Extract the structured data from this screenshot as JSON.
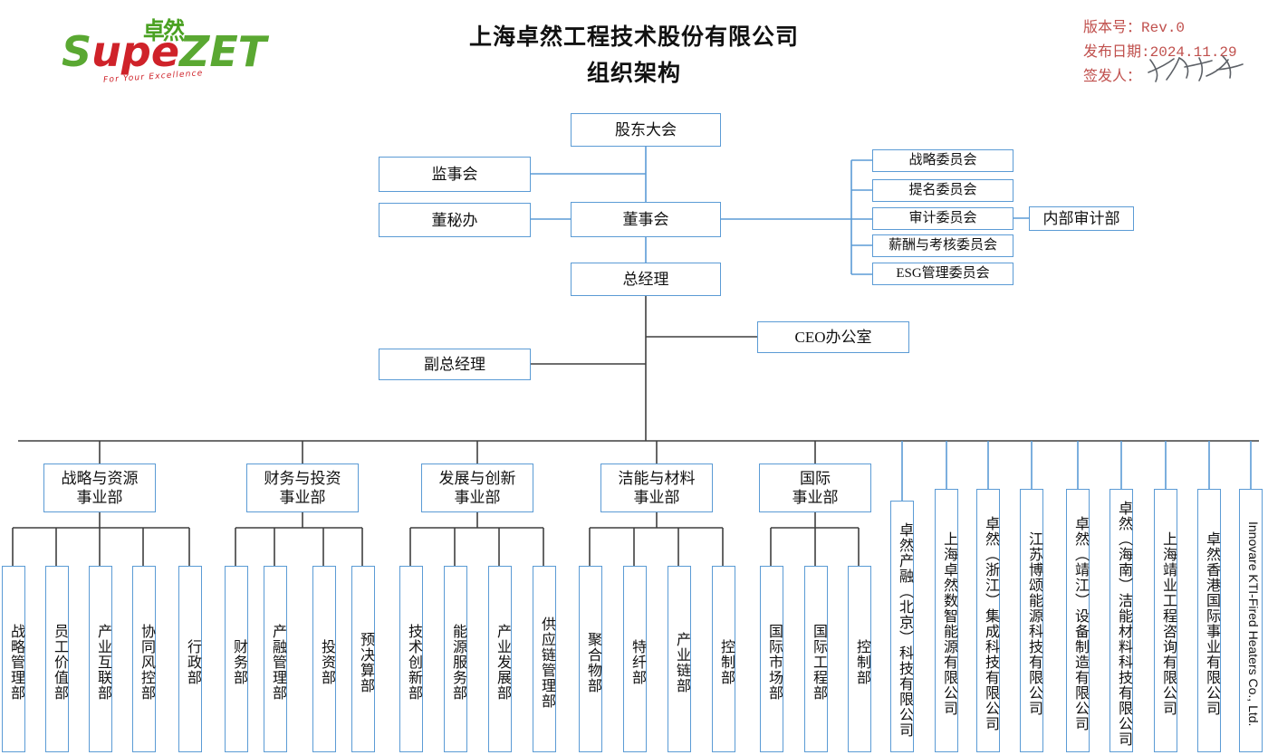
{
  "brand": {
    "cn_mark": "卓然",
    "word_green_1": "S",
    "word_red_up": "up",
    "word_red_e": "e",
    "word_green_2": "ZET",
    "tagline": "For Your Excellence"
  },
  "header": {
    "title_line1": "上海卓然工程技术股份有限公司",
    "title_line2": "组织架构"
  },
  "meta": {
    "version_label": "版本号：",
    "version_value": "Rev.0",
    "date_label": "发布日期:",
    "date_value": "2024.11.29",
    "issuer_label": "签发人：",
    "issuer_signature": "handwritten-signature"
  },
  "chart": {
    "top": {
      "shareholders_meeting": "股东大会",
      "board_of_supervisors": "监事会",
      "board_secretary_office": "董秘办",
      "board_of_directors": "董事会",
      "general_manager": "总经理",
      "deputy_general_manager": "副总经理",
      "ceo_office": "CEO办公室",
      "internal_audit_dept": "内部审计部"
    },
    "committees": [
      "战略委员会",
      "提名委员会",
      "审计委员会",
      "薪酬与考核委员会",
      "ESG管理委员会"
    ],
    "divisions": [
      {
        "name_line1": "战略与资源",
        "name_line2": "事业部",
        "departments": [
          "战略管理部",
          "员工价值部",
          "产业互联部",
          "协同风控部",
          "行政部"
        ]
      },
      {
        "name_line1": "财务与投资",
        "name_line2": "事业部",
        "departments": [
          "财务部",
          "产融管理部",
          "投资部",
          "预决算部"
        ]
      },
      {
        "name_line1": "发展与创新",
        "name_line2": "事业部",
        "departments": [
          "技术创新部",
          "能源服务部",
          "产业发展部",
          "供应链管理部"
        ]
      },
      {
        "name_line1": "洁能与材料",
        "name_line2": "事业部",
        "departments": [
          "聚合物部",
          "特纤部",
          "产业链部",
          "控制部"
        ]
      },
      {
        "name_line1": "国际",
        "name_line2": "事业部",
        "departments": [
          "国际市场部",
          "国际工程部",
          "控制部"
        ]
      }
    ],
    "subsidiaries": [
      "卓然产融（北京）科技有限公司",
      "上海卓然数智能源有限公司",
      "卓然（浙江）集成科技有限公司",
      "江苏博颂能源科技有限公司",
      "卓然（靖江）设备制造有限公司",
      "卓然（海南）洁能材料科技有限公司",
      "上海靖业工程咨询有限公司",
      "卓然香港国际事业有限公司",
      "Innovare KTI-Fired Heaters Co., Ltd."
    ]
  },
  "colors": {
    "box_border": "#5b9bd5",
    "connector_blue": "#5b9bd5",
    "connector_dark": "#3f3f3f",
    "meta_text": "#c0504d",
    "logo_green": "#5aa832",
    "logo_red": "#cf2229"
  }
}
